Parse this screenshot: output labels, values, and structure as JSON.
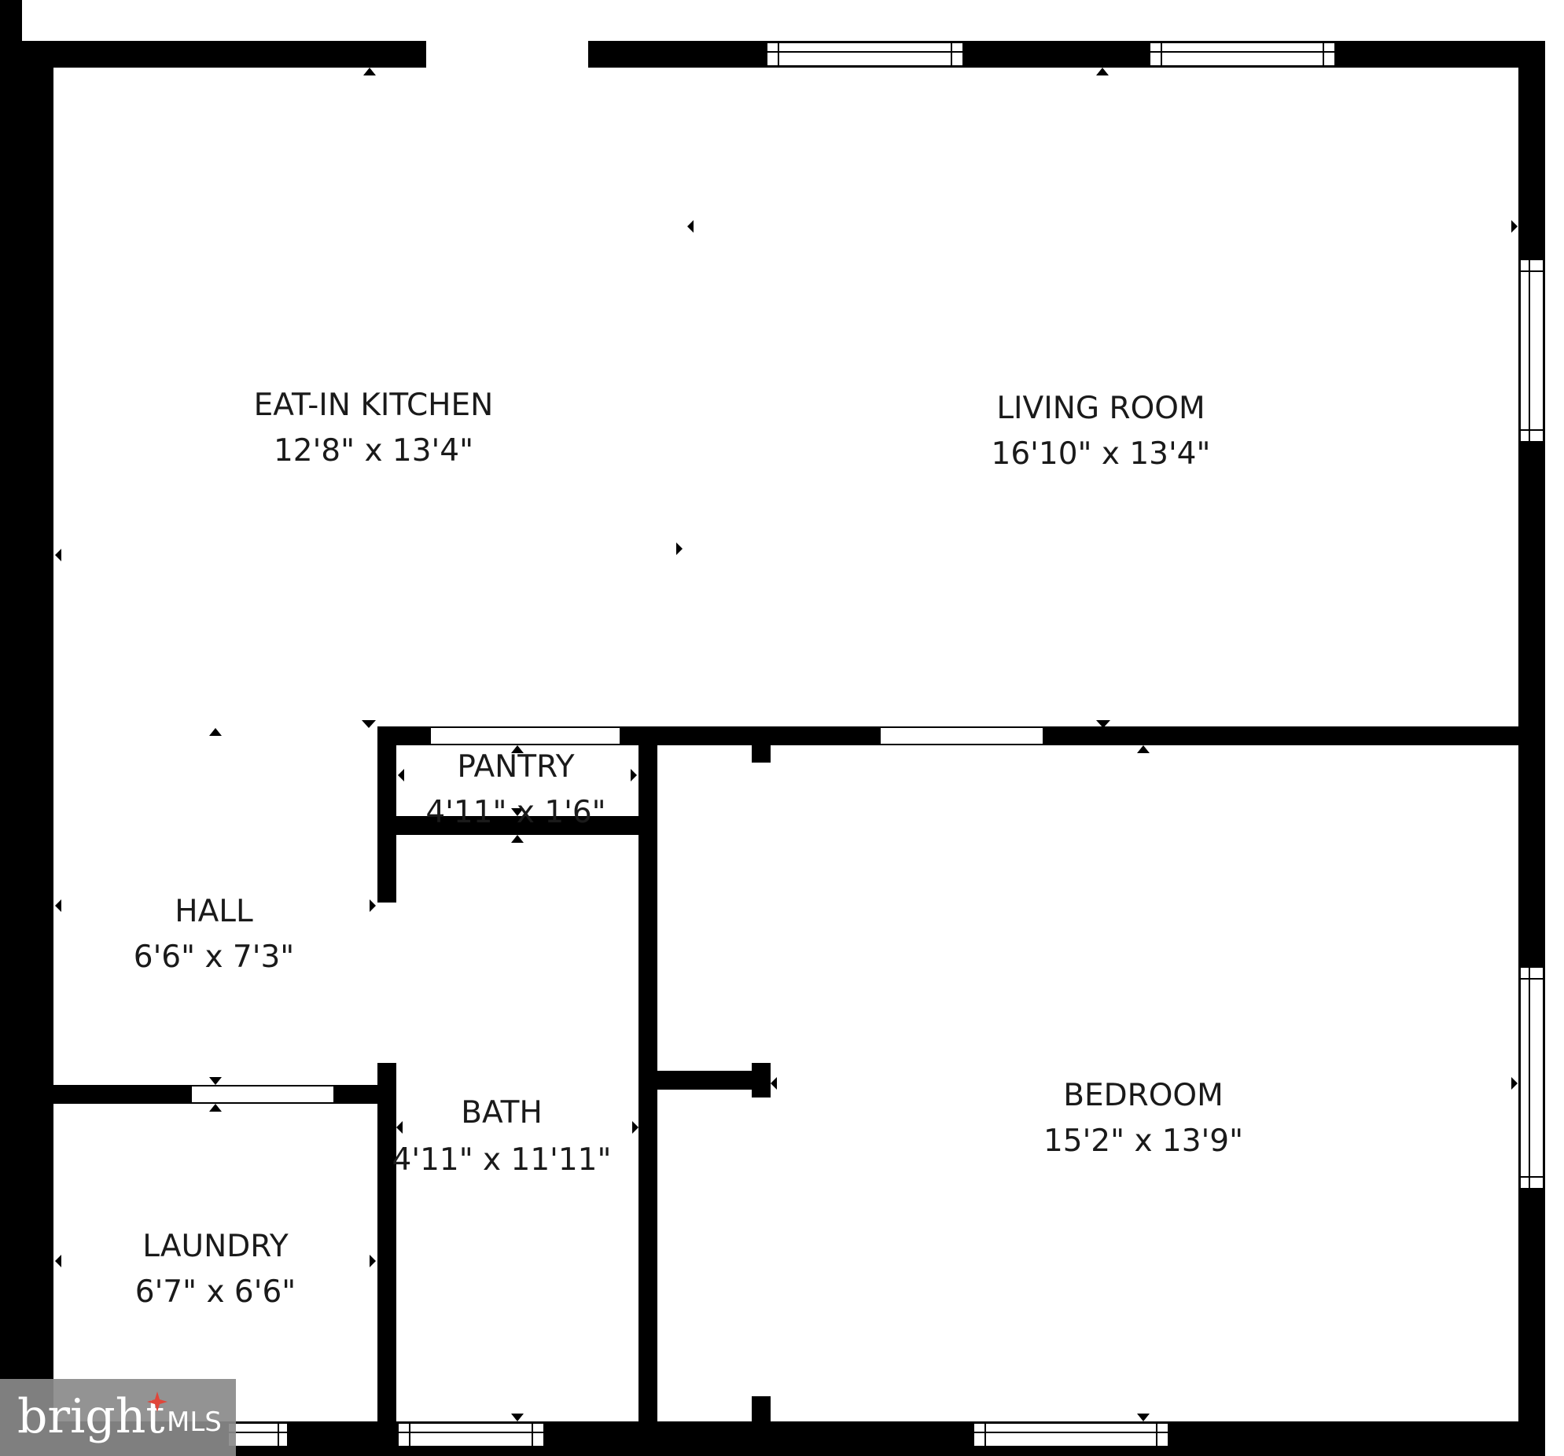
{
  "rooms": [
    {
      "id": "eat-in-kitchen",
      "name": "EAT-IN KITCHEN",
      "dims": "12'8\" x 13'4\""
    },
    {
      "id": "living-room",
      "name": "LIVING ROOM",
      "dims": "16'10\" x 13'4\""
    },
    {
      "id": "pantry",
      "name": "PANTRY",
      "dims": "4'11\" x 1'6\""
    },
    {
      "id": "hall",
      "name": "HALL",
      "dims": "6'6\" x 7'3\""
    },
    {
      "id": "bath",
      "name": "BATH",
      "dims": "4'11\" x 11'11\""
    },
    {
      "id": "bedroom",
      "name": "BEDROOM",
      "dims": "15'2\" x 13'9\""
    },
    {
      "id": "laundry",
      "name": "LAUNDRY",
      "dims": "6'7\" x 6'6\""
    }
  ],
  "watermark": {
    "brand": "bright",
    "suffix": "MLS"
  },
  "colors": {
    "wall": "#000000",
    "background": "#ffffff",
    "logo_bg": "#8a8a8a",
    "logo_accent": "#e0463a"
  }
}
